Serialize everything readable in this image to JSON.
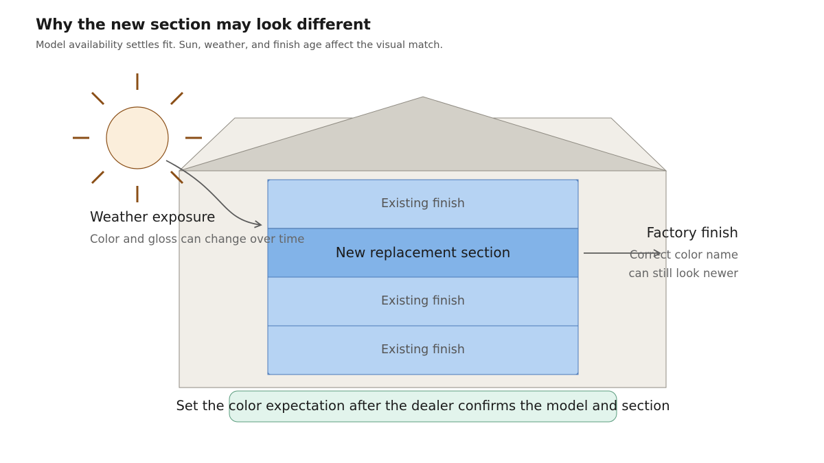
{
  "header": {
    "title": "Why the new section may look different",
    "subtitle": "Model availability settles fit. Sun, weather, and finish age affect the visual match."
  },
  "door": {
    "panels": [
      {
        "label": "Existing finish",
        "kind": "existing"
      },
      {
        "label": "New replacement section",
        "kind": "new"
      },
      {
        "label": "Existing finish",
        "kind": "existing"
      },
      {
        "label": "Existing finish",
        "kind": "existing"
      }
    ]
  },
  "callouts": {
    "weather": {
      "title": "Weather exposure",
      "body": "Color and gloss can change over time"
    },
    "factory": {
      "title": "Factory finish",
      "body_line1": "Correct color name",
      "body_line2": "can still look newer"
    }
  },
  "bottom_note": "Set the color expectation after the dealer confirms the model and section",
  "icons": {
    "sun": "sun-icon"
  },
  "colors": {
    "existing_panel": "#b6d3f3",
    "new_panel": "#82b3e8",
    "panel_border": "#4a78b8",
    "house_wall": "#f1eee8",
    "roof": "#d3d0c8",
    "sun_fill": "#fbeedb",
    "sun_stroke": "#8a4e16",
    "note_fill": "#e2f4ec",
    "note_stroke": "#5b9c7e",
    "arrow": "#5b5b5b"
  }
}
